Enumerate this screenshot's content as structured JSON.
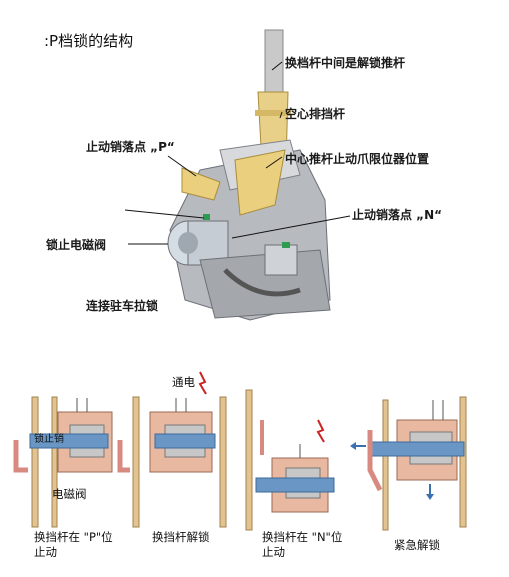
{
  "title": ":P档锁的结构",
  "top_labels": {
    "shift_lever_center": "换档杆中间是解锁推杆",
    "hollow_lever": "空心排挡杆",
    "center_push_rod": "中心推杆止动爪限位器位置",
    "p_pin": "止动销落点 „P“",
    "n_pin": "止动销落点 „N“",
    "solenoid": "锁止电磁阀",
    "parking_cable": "连接驻车拉锁"
  },
  "bottom": {
    "solenoid_label": "电磁阀",
    "lock_pin_label": "锁止销",
    "energized_label": "通电",
    "captions": [
      "换挡杆在 \"P\"位\n止动",
      "换挡杆解锁",
      "换挡杆在 \"N\"位\n止动",
      "紧急解锁"
    ]
  },
  "colors": {
    "housing": "#e8b8a0",
    "housing_dark": "#c98f78",
    "pin": "#6a96c6",
    "rail": "#e3c38f",
    "lever": "#d98a80",
    "bolt": "#cc2222",
    "arrow": "#3a6fb0"
  }
}
